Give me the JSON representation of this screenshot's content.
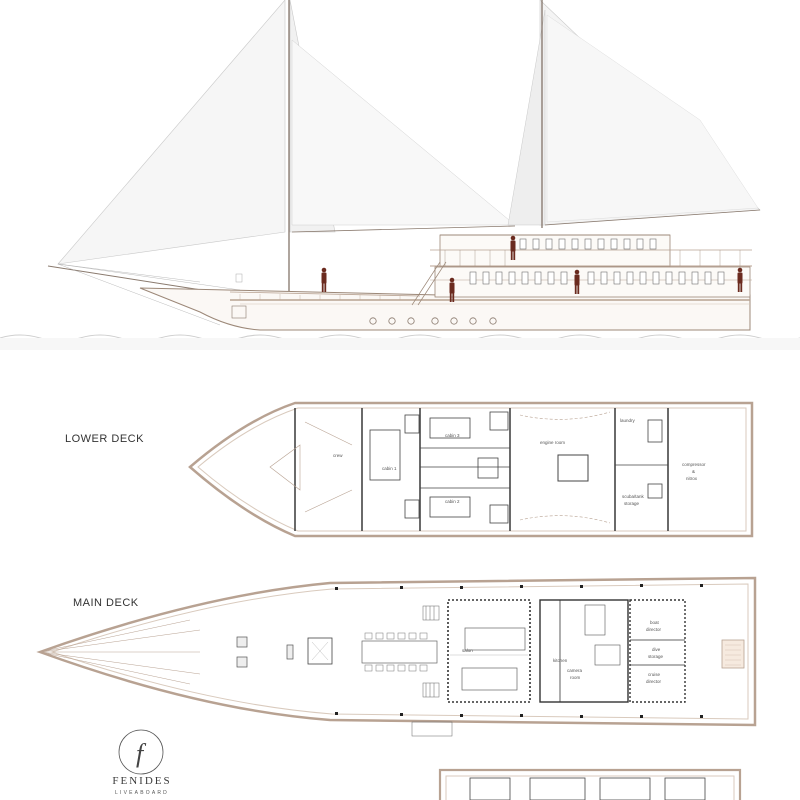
{
  "brand": {
    "name": "FENIDES",
    "subtitle": "LIVEABOARD",
    "monogram": "f"
  },
  "decks": {
    "lower": {
      "title": "LOWER DECK"
    },
    "main": {
      "title": "MAIN DECK"
    }
  },
  "rooms": {
    "crew": "crew",
    "cabin1": "cabin 1",
    "cabin2": "cabin 2",
    "cabin3": "cabin 3",
    "engine": "engine room",
    "laundry": "laundry",
    "compressor_a": "compressor",
    "compressor_b": "&",
    "compressor_c": "nitrox",
    "scuba_a": "scuba/tank",
    "scuba_b": "storage",
    "salon": "salon",
    "kitchen": "kitchen",
    "camera_a": "camera",
    "camera_b": "room",
    "boat_dir_a": "boat",
    "boat_dir_b": "director",
    "dive_store_a": "dive",
    "dive_store_b": "storage",
    "cruise_dir_a": "cruise",
    "cruise_dir_b": "director"
  },
  "colors": {
    "line": "#8a7a6e",
    "hull": "#b8a292",
    "sail": "#f4f4f4",
    "water": "#dcdcdc",
    "figure": "#6b2b1f",
    "wall": "#444444"
  }
}
